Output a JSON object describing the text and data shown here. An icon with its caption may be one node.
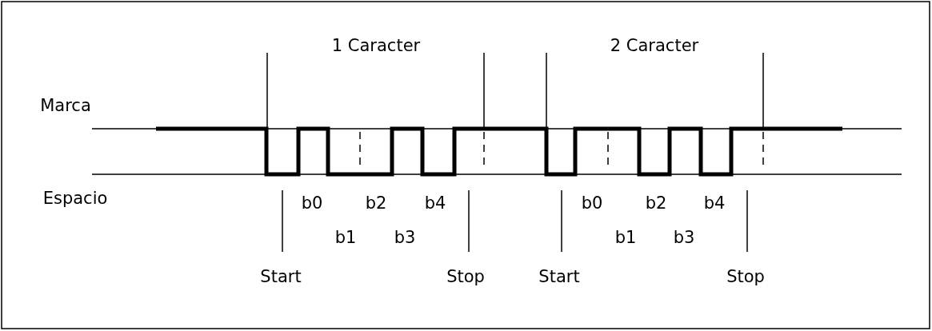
{
  "diagram": {
    "labels": [
      "1 Caracter",
      "2 Caracter",
      "Marca",
      "Espacio",
      "b0",
      "b2",
      "b4",
      "b0",
      "b2",
      "b4",
      "b1",
      "b3",
      "b1",
      "b3",
      "Start",
      "Stop",
      "Start",
      "Stop"
    ]
  }
}
